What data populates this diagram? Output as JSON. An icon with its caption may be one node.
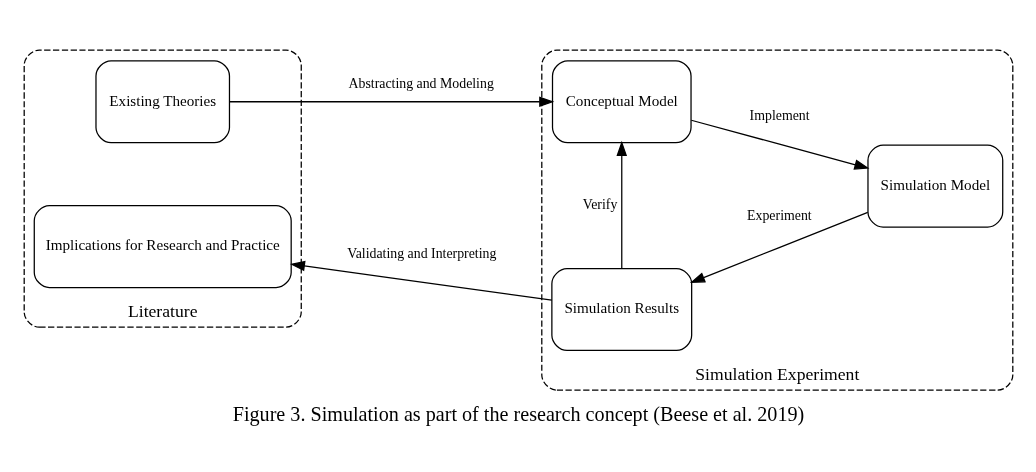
{
  "diagram": {
    "caption": "Figure 3. Simulation as part of the research concept (Beese et al. 2019)",
    "nodes": [
      {
        "text": [
          "Literature"
        ]
      },
      {
        "text": [
          "Existing Theories"
        ],
        "in": 0
      },
      {
        "text": [
          "Implications for Research and Practice"
        ],
        "in": 0
      },
      {
        "text": [
          "Simulation Experiment"
        ]
      },
      {
        "text": [
          "Conceptual Model"
        ],
        "in": 3
      },
      {
        "text": [
          "Simulation Model"
        ],
        "in": 3
      },
      {
        "text": [
          "Simulation Results"
        ],
        "in": 3
      }
    ],
    "edges": [
      {
        "from": 1,
        "to": 4,
        "arrow": "to",
        "label": "Abstracting and Modeling"
      },
      {
        "from": 4,
        "to": 5,
        "arrow": "to",
        "label": "Implement"
      },
      {
        "from": 5,
        "to": 6,
        "arrow": "to",
        "label": "Experiment"
      },
      {
        "from": 6,
        "to": 4,
        "arrow": "to",
        "label": "Verify"
      },
      {
        "from": 6,
        "to": 2,
        "arrow": "to",
        "label": "Validating and Interpreting"
      }
    ]
  }
}
